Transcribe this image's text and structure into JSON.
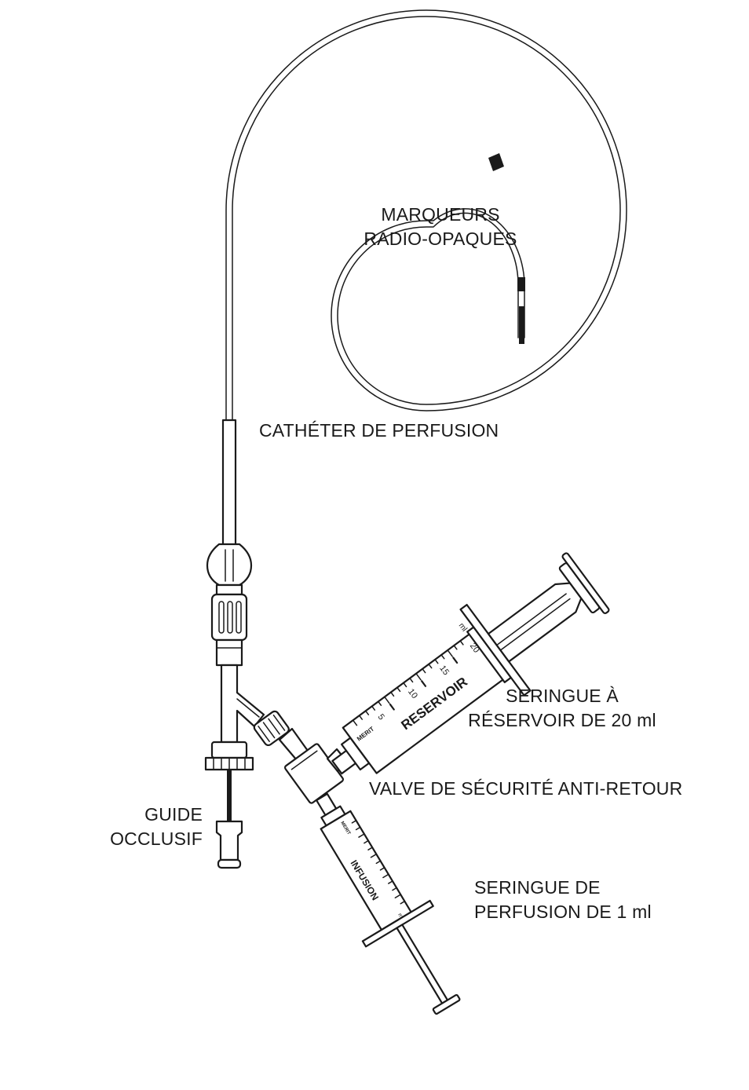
{
  "labels": {
    "markers": [
      "MARQUEURS",
      "RADIO-OPAQUES"
    ],
    "catheter": "CATHÉTER DE PERFUSION",
    "reservoir_syringe": [
      "SERINGUE À",
      "RÉSERVOIR DE 20 ml"
    ],
    "valve": "VALVE DE SÉCURITÉ ANTI-RETOUR",
    "guide": [
      "GUIDE",
      "OCCLUSIF"
    ],
    "infusion_syringe": [
      "SERINGUE DE",
      "PERFUSION DE 1 ml"
    ]
  },
  "reservoir_barrel": {
    "brand": "MERIT",
    "name": "RESERVOIR",
    "unit": "ml",
    "ticks": [
      "5",
      "10",
      "15",
      "20"
    ]
  },
  "infusion_barrel": {
    "brand": "MERIT",
    "name": "INFUSION",
    "unit": "ml"
  },
  "colors": {
    "ink": "#1a1a1a",
    "background": "#ffffff"
  }
}
